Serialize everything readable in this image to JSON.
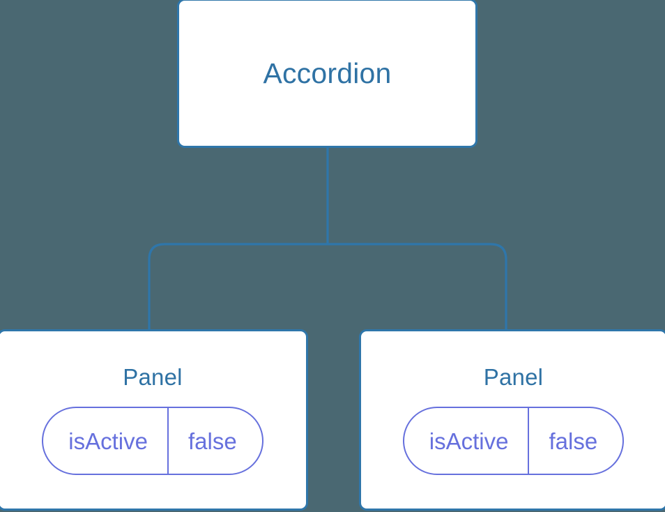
{
  "diagram": {
    "type": "component-tree",
    "background_color": "#4a6872",
    "node_border_color": "#2f76aa",
    "node_fill_color": "#ffffff",
    "node_title_color": "#2f72a4",
    "connector_color": "#2f76aa",
    "pill_border_color": "#6670dd",
    "pill_text_color": "#6670dd",
    "root": {
      "title": "Accordion"
    },
    "children": [
      {
        "title": "Panel",
        "state": {
          "key": "isActive",
          "value": "false"
        }
      },
      {
        "title": "Panel",
        "state": {
          "key": "isActive",
          "value": "false"
        }
      }
    ]
  }
}
